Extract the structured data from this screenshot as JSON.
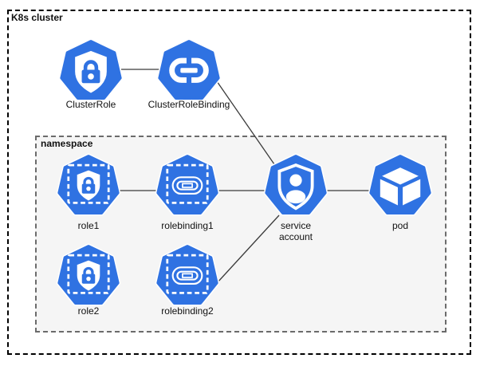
{
  "diagram": {
    "cluster_label": "K8s cluster",
    "namespace_label": "namespace",
    "nodes": {
      "clusterrole": {
        "label": "ClusterRole",
        "icon": "shield-lock-icon"
      },
      "clusterrolebinding": {
        "label": "ClusterRoleBinding",
        "icon": "link-icon"
      },
      "role1": {
        "label": "role1",
        "icon": "shield-lock-dashed-icon"
      },
      "rolebinding1": {
        "label": "rolebinding1",
        "icon": "link-dashed-icon"
      },
      "role2": {
        "label": "role2",
        "icon": "shield-lock-dashed-icon"
      },
      "rolebinding2": {
        "label": "rolebinding2",
        "icon": "link-dashed-icon"
      },
      "serviceaccount": {
        "label": "service account",
        "icon": "service-account-icon"
      },
      "pod": {
        "label": "pod",
        "icon": "pod-cube-icon"
      }
    },
    "edges": [
      {
        "from": "clusterrole",
        "to": "clusterrolebinding"
      },
      {
        "from": "clusterrolebinding",
        "to": "serviceaccount"
      },
      {
        "from": "role1",
        "to": "rolebinding1"
      },
      {
        "from": "rolebinding1",
        "to": "serviceaccount"
      },
      {
        "from": "serviceaccount",
        "to": "pod"
      },
      {
        "from": "rolebinding2",
        "to": "serviceaccount"
      }
    ],
    "colors": {
      "node_blue": "#2F72E2",
      "icon_white": "#ffffff",
      "cluster_border": "#000000",
      "namespace_border": "#6b6b6b",
      "namespace_fill": "#f5f5f5",
      "edge_line": "#3b3b3b",
      "label_text": "#111111"
    }
  }
}
